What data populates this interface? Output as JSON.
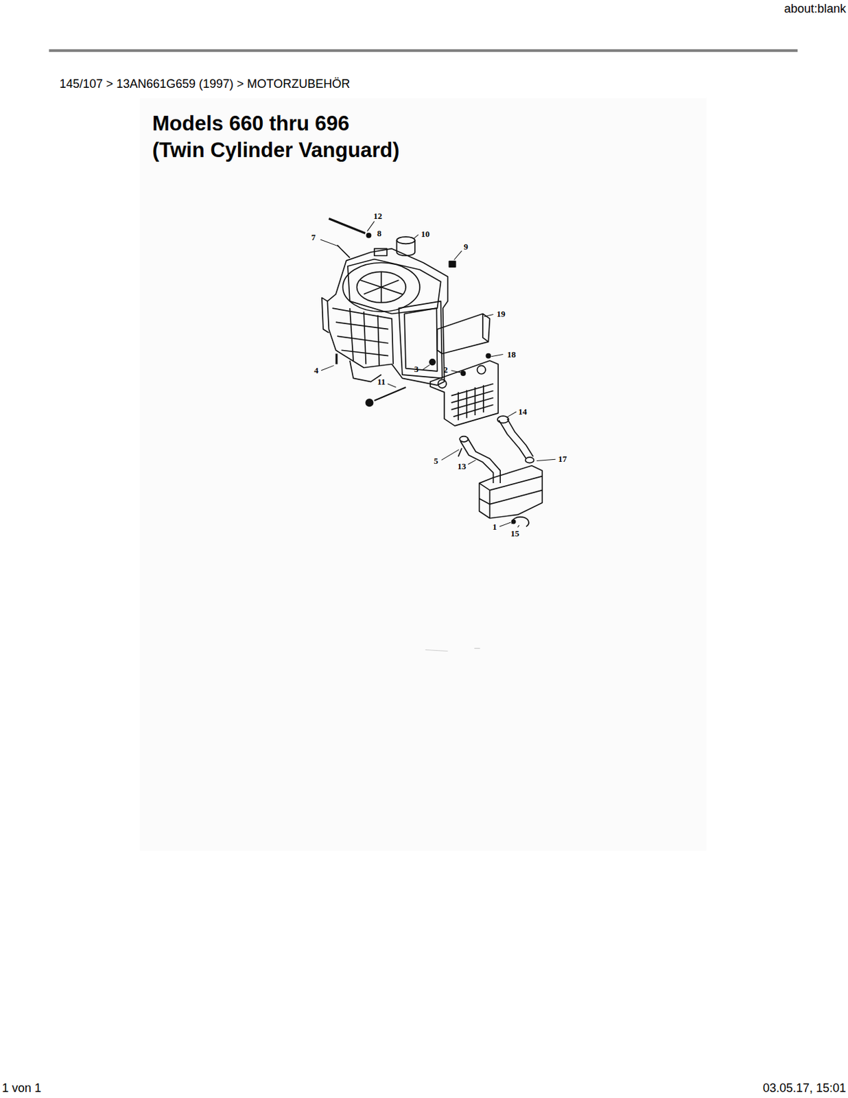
{
  "diagram": {
    "title": "Models 660 thru 696 (Twin Cylinder Vanguard)",
    "labels": [
      "145/107  >  13AN661G659 (1997)  >  MOTORZUBEHÖR",
      "about:blank",
      "12",
      "8",
      "10",
      "7",
      "9",
      "19",
      "18",
      "3",
      "2",
      "4",
      "11",
      "14",
      "5",
      "13",
      "17",
      "1",
      "15",
      "1 von 1",
      "03.05.17, 15:01"
    ]
  }
}
